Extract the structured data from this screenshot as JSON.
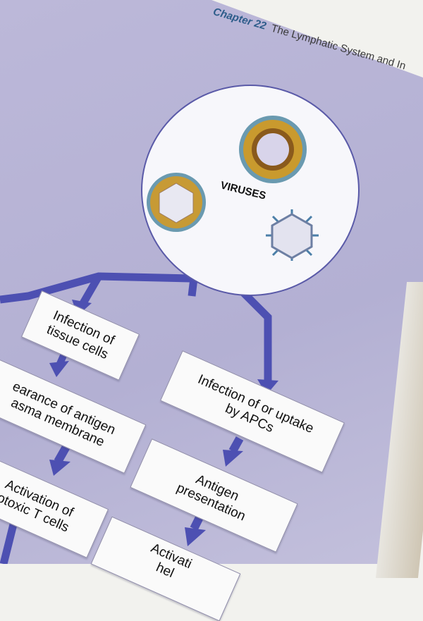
{
  "header": {
    "chapter": "Chapter 22",
    "title": "The Lymphatic System and In"
  },
  "diagram": {
    "source_label": "VIRUSES",
    "boxes": [
      {
        "lines": [
          "Infection of",
          "tissue cells"
        ]
      },
      {
        "lines": [
          "Infection of or uptake",
          "by APCs"
        ]
      },
      {
        "lines": [
          "earance of antigen",
          "asma membrane"
        ]
      },
      {
        "lines": [
          "Antigen",
          "presentation"
        ]
      },
      {
        "lines": [
          "Activation of",
          "otoxic T cells"
        ]
      },
      {
        "lines": [
          "Activati",
          "hel"
        ]
      }
    ]
  },
  "colors": {
    "panel": "#b8b5d7",
    "arrow": "#4d50b2",
    "box": "#fafafa"
  }
}
